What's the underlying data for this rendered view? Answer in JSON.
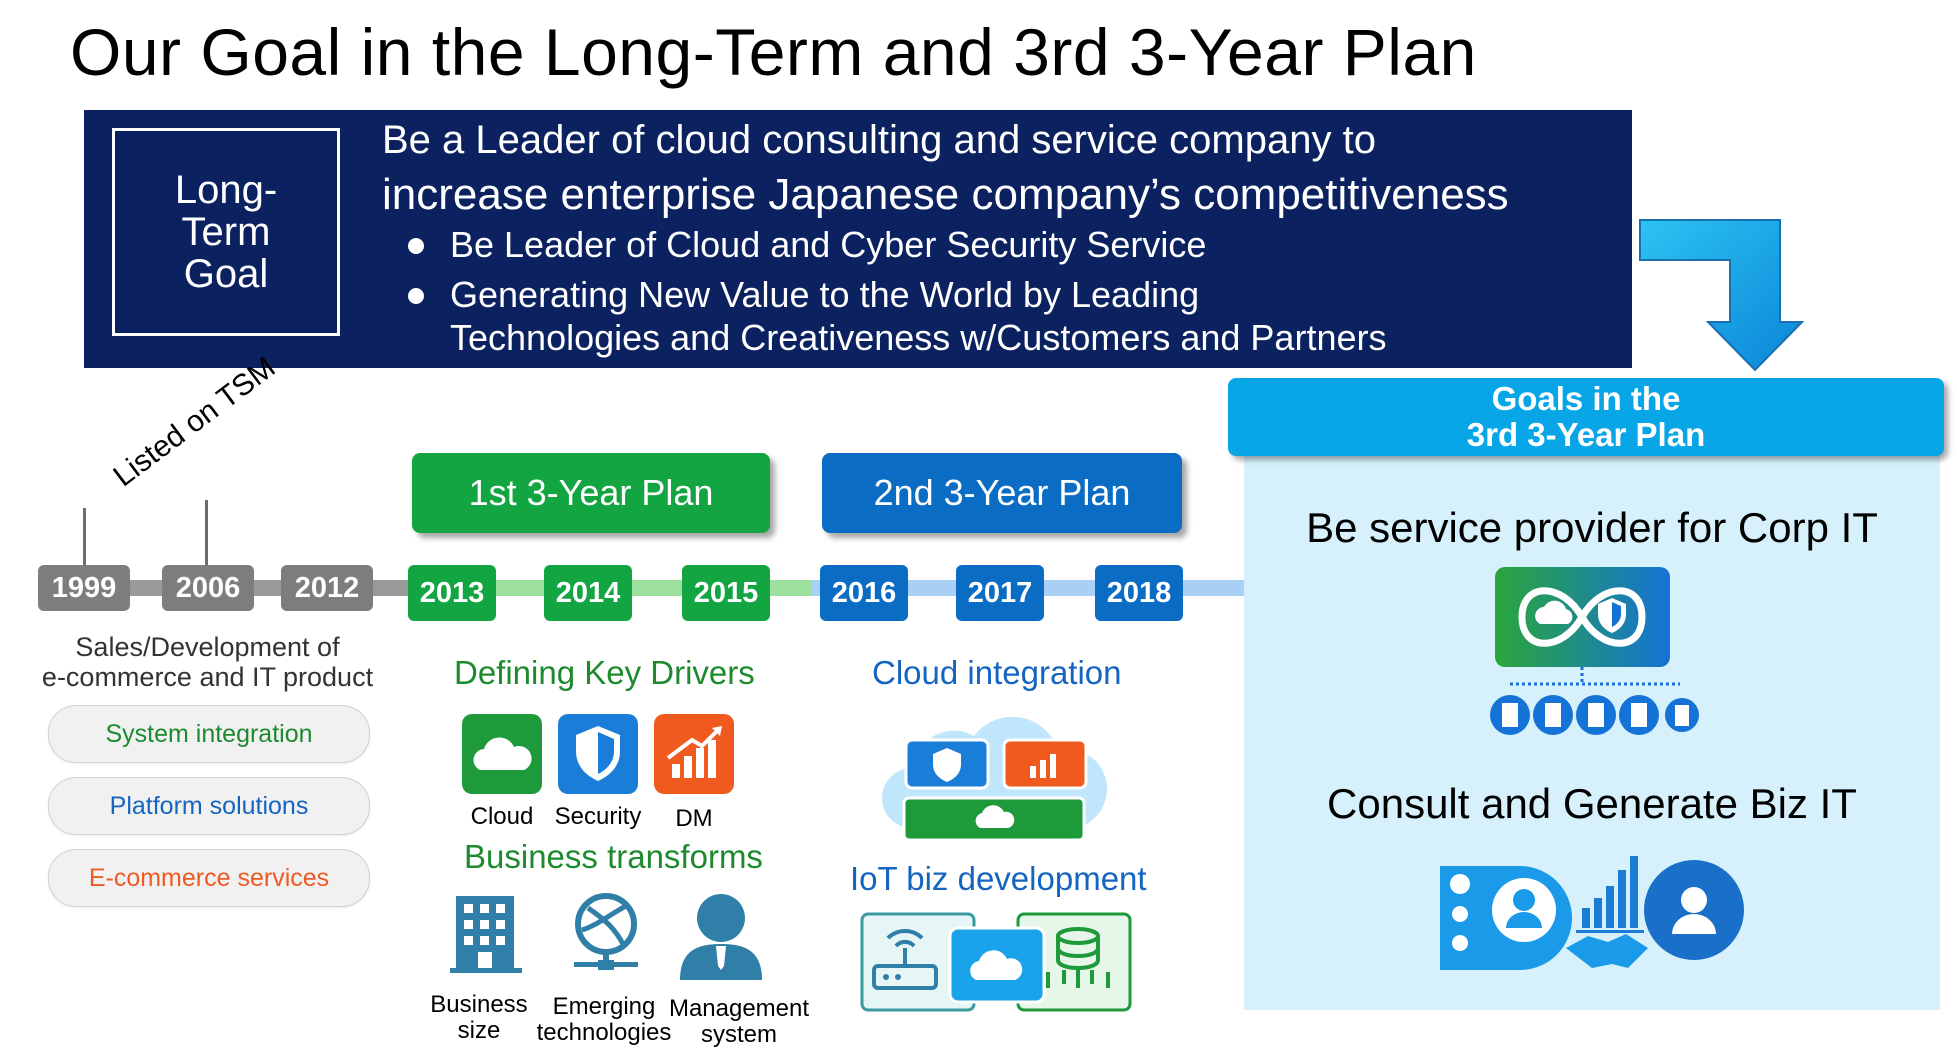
{
  "title": "Our Goal in  the Long-Term and 3rd 3-Year Plan",
  "long_term": {
    "label": "Long-Term Goal",
    "headline_1": "Be a Leader of cloud consulting and service company to",
    "headline_2": "increase enterprise Japanese company’s  competitiveness",
    "bullet_1": "Be Leader of Cloud and Cyber Security Service",
    "bullet_2a": "Generating New Value to the World by Leading",
    "bullet_2b": "Technologies and Creativeness w/Customers and Partners"
  },
  "goals_3rd": {
    "header_1": "Goals in the",
    "header_2": "3rd 3-Year Plan",
    "item_1": "Be service provider for Corp IT",
    "item_2": "Consult and Generate Biz IT"
  },
  "timeline": {
    "listed_label": "Listed on TSM",
    "years": [
      "1999",
      "2006",
      "2012",
      "2013",
      "2014",
      "2015",
      "2016",
      "2017",
      "2018"
    ],
    "plan_1": "1st 3-Year Plan",
    "plan_2": "2nd 3-Year Plan"
  },
  "early": {
    "desc_1": "Sales/Development of",
    "desc_2": "e-commerce and IT product",
    "pills": [
      "System integration",
      "Platform solutions",
      "E-commerce services"
    ]
  },
  "plan1_content": {
    "heading_1": "Defining Key Drivers",
    "drivers": [
      "Cloud",
      "Security",
      "DM"
    ],
    "heading_2": "Business transforms",
    "transforms": [
      {
        "l1": "Business",
        "l2": "size"
      },
      {
        "l1": "Emerging",
        "l2": "technologies"
      },
      {
        "l1": "Management",
        "l2": "system"
      }
    ]
  },
  "plan2_content": {
    "heading_1": "Cloud integration",
    "heading_2": "IoT biz development"
  },
  "colors": {
    "navy": "#0b2160",
    "green": "#12a541",
    "blue": "#0b6cc4",
    "cyan": "#08a6e6",
    "orange": "#f05a1f",
    "pill_green": "#1e8a2e",
    "pill_blue": "#1565c0",
    "pill_orange": "#ef5a24"
  }
}
